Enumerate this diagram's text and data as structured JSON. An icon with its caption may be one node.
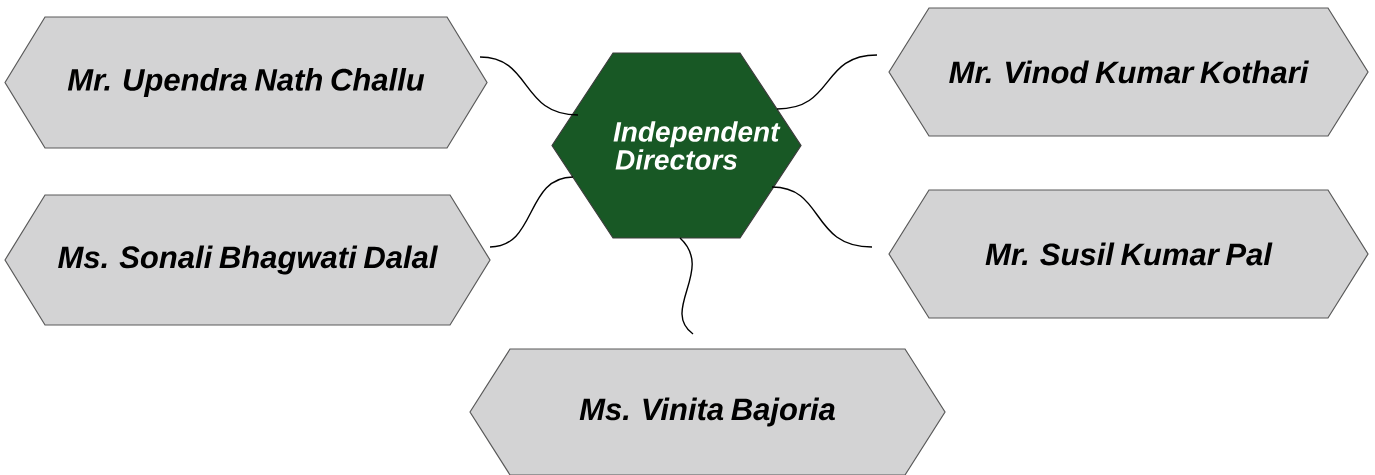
{
  "diagram": {
    "nodes": [
      {
        "text": [
          "Independent Directors"
        ]
      },
      {
        "text": [
          "Mr. Upendra Nath Challu"
        ]
      },
      {
        "text": [
          "Mr. Vinod Kumar Kothari"
        ]
      },
      {
        "text": [
          "Ms. Sonali Bhagwati Dalal"
        ]
      },
      {
        "text": [
          "Mr. Susil Kumar Pal"
        ]
      },
      {
        "text": [
          "Ms. Vinita Bajoria"
        ]
      }
    ],
    "edges": [
      {
        "from": 0,
        "to": 1,
        "arrow": "none"
      },
      {
        "from": 0,
        "to": 2,
        "arrow": "none"
      },
      {
        "from": 0,
        "to": 3,
        "arrow": "none"
      },
      {
        "from": 0,
        "to": 4,
        "arrow": "none"
      },
      {
        "from": 0,
        "to": 5,
        "arrow": "none"
      }
    ]
  }
}
